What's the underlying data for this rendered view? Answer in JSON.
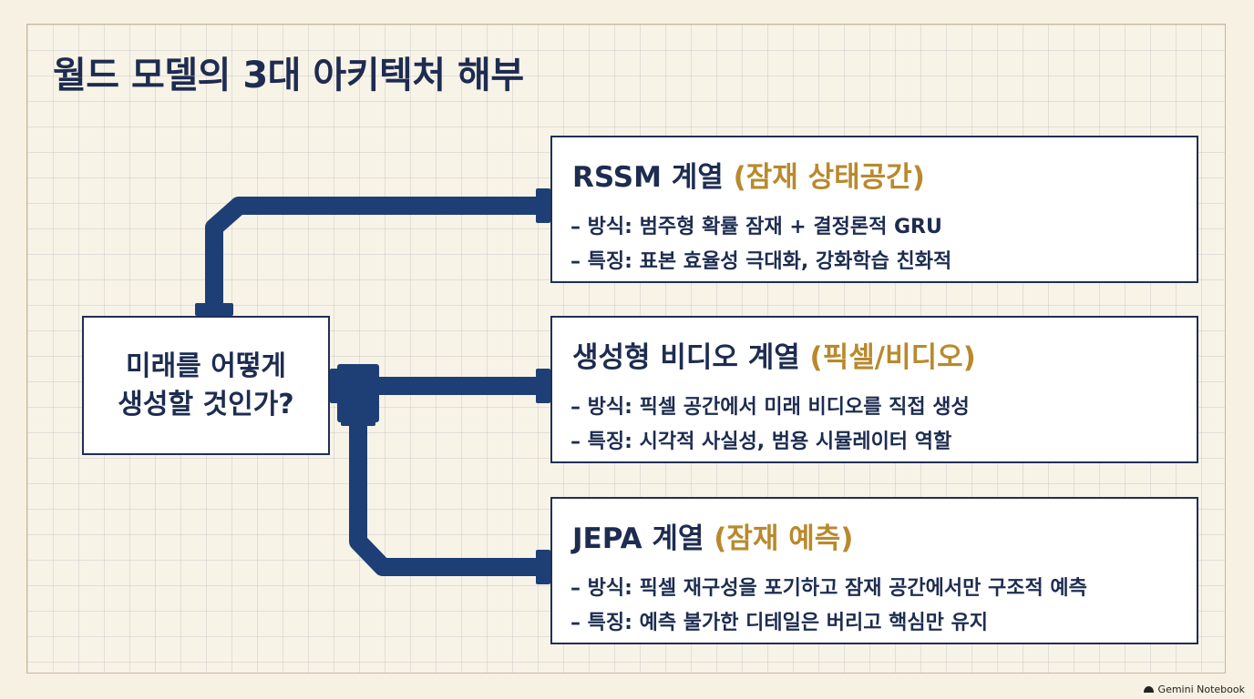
{
  "title": "월드 모델의 3대 아키텍처 해부",
  "center": {
    "line1": "미래를 어떻게",
    "line2": "생성할 것인가?"
  },
  "cards": [
    {
      "name": "RSSM 계열",
      "tag": "(잠재 상태공간)",
      "method": "– 방식: 범주형 확률 잠재 + 결정론적 GRU",
      "feature": "– 특징: 표본 효율성 극대화, 강화학습 친화적"
    },
    {
      "name": "생성형 비디오 계열",
      "tag": "(픽셀/비디오)",
      "method": "– 방식: 픽셀 공간에서 미래 비디오를 직접 생성",
      "feature": "– 특징: 시각적 사실성, 범용 시뮬레이터 역할"
    },
    {
      "name": "JEPA 계열",
      "tag": "(잠재 예측)",
      "method": "– 방식: 픽셀 재구성을 포기하고 잠재 공간에서만 구조적 예측",
      "feature": "– 특징: 예측 불가한 디테일은 버리고 핵심만 유지"
    }
  ],
  "colors": {
    "navy": "#1d2c50",
    "pipe": "#1e3f75",
    "accent": "#b9892c",
    "background": "#f7f1e3"
  },
  "footer": {
    "logo_text": "Gemini Notebook",
    "logo_icon": "notebook-icon"
  }
}
